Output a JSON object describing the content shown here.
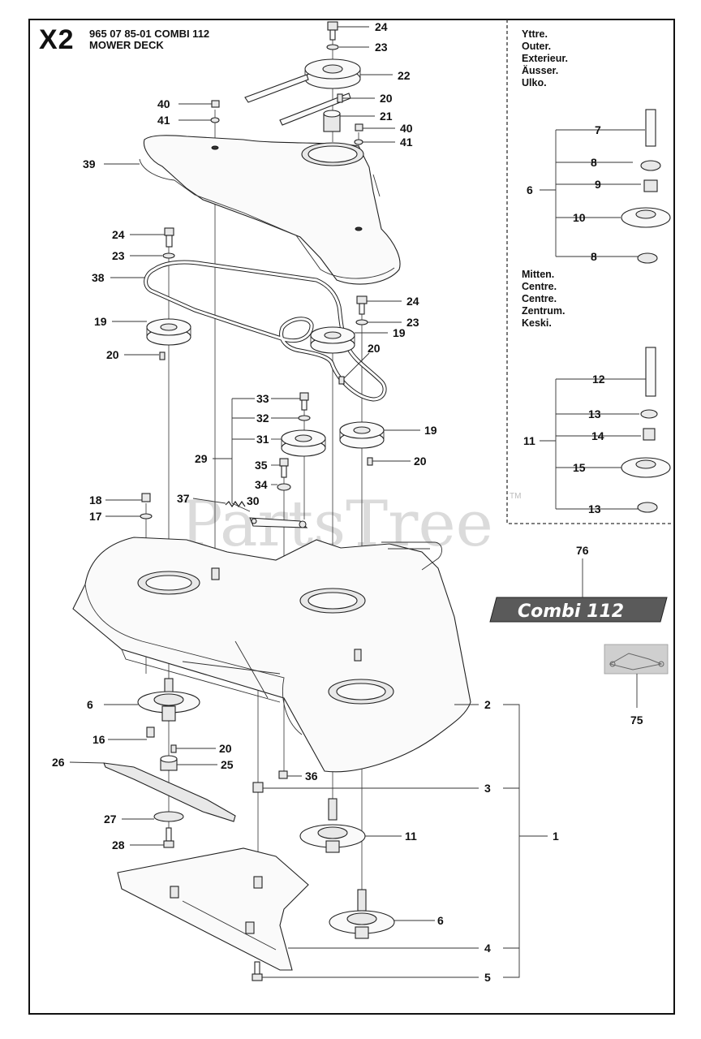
{
  "header": {
    "page_code": "X2",
    "part_line": "965 07 85-01 COMBI 112",
    "section": "MOWER DECK"
  },
  "variants": {
    "outer": [
      "Yttre.",
      "Outer.",
      "Exterieur.",
      "Äusser.",
      "Ulko."
    ],
    "centre": [
      "Mitten.",
      "Centre.",
      "Centre.",
      "Zentrum.",
      "Keski."
    ]
  },
  "watermark": "PartsTree",
  "watermark_tm": "TM",
  "badge": "Combi 112",
  "labels": {
    "24a": "24",
    "23a": "23",
    "22": "22",
    "20a": "20",
    "21": "21",
    "40a": "40",
    "41a": "41",
    "40b": "40",
    "41b": "41",
    "39": "39",
    "24b": "24",
    "23b": "23",
    "38": "38",
    "24c": "24",
    "23c": "23",
    "19a": "19",
    "19b": "19",
    "20b": "20",
    "20c": "20",
    "33": "33",
    "32": "32",
    "31": "31",
    "29": "29",
    "35": "35",
    "34": "34",
    "30": "30",
    "19c": "19",
    "20d": "20",
    "18": "18",
    "17": "17",
    "37": "37",
    "7": "7",
    "8a": "8",
    "9": "9",
    "6a": "6",
    "10": "10",
    "8b": "8",
    "12": "12",
    "13a": "13",
    "14": "14",
    "11a": "11",
    "15": "15",
    "13b": "13",
    "76": "76",
    "75": "75",
    "6b": "6",
    "16": "16",
    "20e": "20",
    "26": "26",
    "25": "25",
    "36": "36",
    "2": "2",
    "3": "3",
    "27": "27",
    "28": "28",
    "11b": "11",
    "1": "1",
    "6c": "6",
    "4": "4",
    "5": "5"
  }
}
